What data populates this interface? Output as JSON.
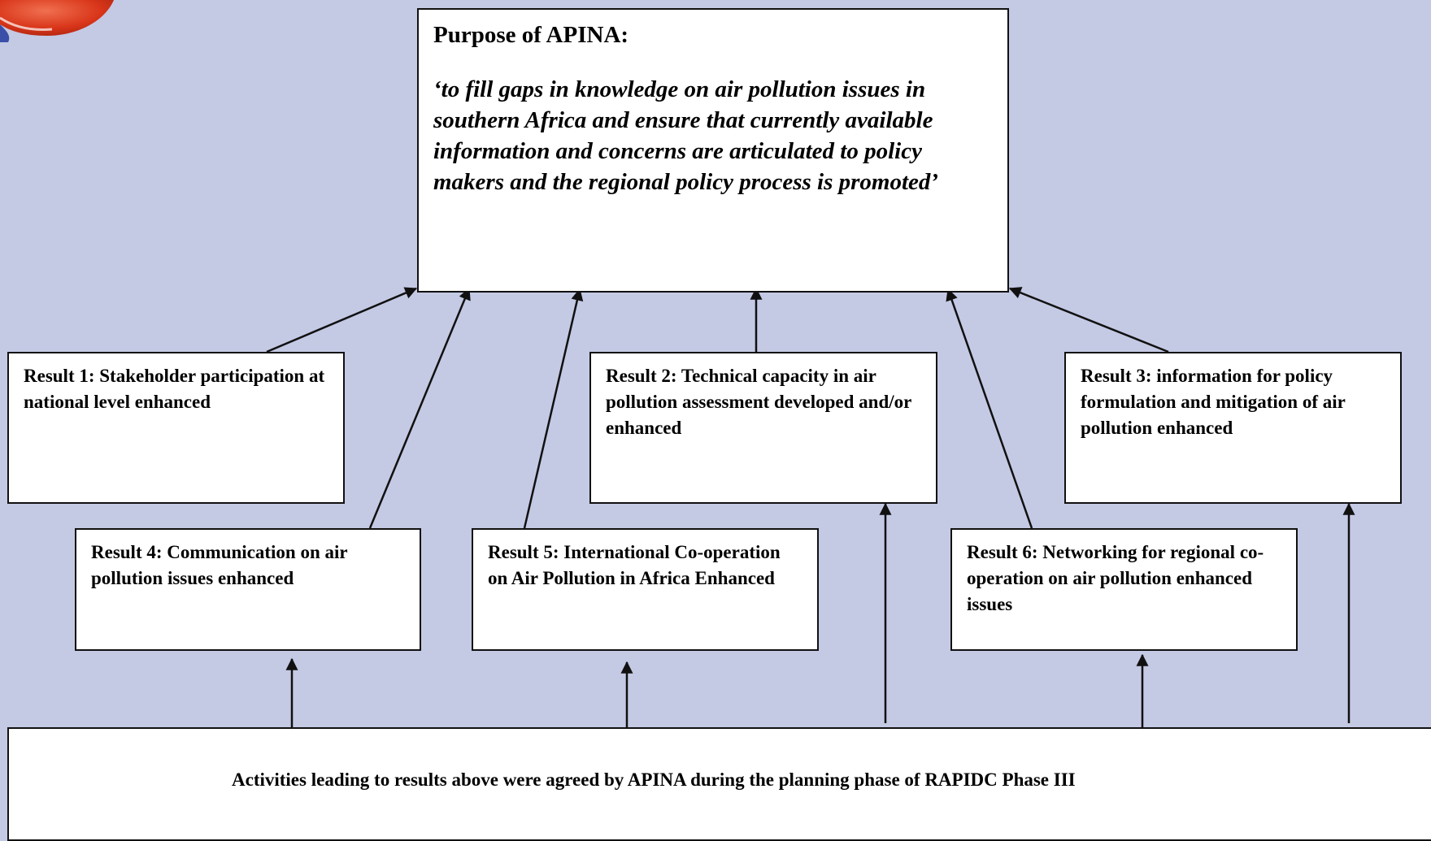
{
  "purpose": {
    "title": "Purpose of APINA:",
    "statement": "‘to fill gaps in knowledge on air pollution issues  in southern Africa and ensure that currently available information and concerns are articulated to policy makers and the regional policy process is promoted’"
  },
  "results": [
    {
      "id": "result-1",
      "text": "Result 1: Stakeholder participation at national level enhanced"
    },
    {
      "id": "result-2",
      "text": "Result 2: Technical capacity in air pollution assessment developed and/or enhanced"
    },
    {
      "id": "result-3",
      "text": "Result 3: information for policy formulation and mitigation of air pollution enhanced"
    },
    {
      "id": "result-4",
      "text": "Result 4: Communication on air pollution issues enhanced"
    },
    {
      "id": "result-5",
      "text": "Result 5: International Co-operation on Air Pollution in Africa Enhanced"
    },
    {
      "id": "result-6",
      "text": "Result 6: Networking for regional co-operation on air pollution enhanced issues"
    }
  ],
  "activities": {
    "text": "Activities leading to results above were agreed by APINA during the planning phase of RAPIDC Phase III"
  },
  "colors": {
    "background": "#c4c9e4",
    "box_fill": "#ffffff",
    "line": "#111111",
    "logo_red": "#d9361a"
  },
  "icons": {
    "logo": "partial-circle-logo"
  }
}
